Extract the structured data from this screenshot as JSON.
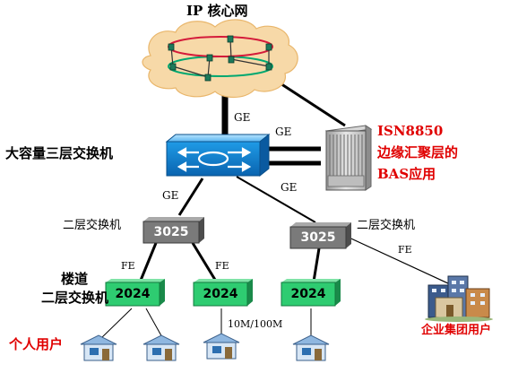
{
  "core": {
    "title": "IP 核心网"
  },
  "switches": {
    "core_l3": {
      "label": "大容量三层交换机"
    },
    "bas": {
      "name": "ISN8850",
      "line1": "边缘汇聚层的",
      "line2": "BAS应用"
    },
    "agg_left": {
      "model": "3025",
      "label": "二层交换机"
    },
    "agg_right": {
      "model": "3025",
      "label": "二层交换机"
    },
    "access": {
      "model": "2024",
      "label_line1": "楼道",
      "label_line2": "二层交换机"
    }
  },
  "links": {
    "core_uplink": "GE",
    "bas_link": "GE",
    "agg_left_link": "GE",
    "agg_right_link": "GE",
    "fe_left_a": "FE",
    "fe_left_b": "FE",
    "fe_enterprise": "FE",
    "user_link_speed": "10M/100M"
  },
  "users": {
    "personal": "个人用户",
    "enterprise": "企业集团用户"
  },
  "colors": {
    "cloud": "#f7d9a8",
    "l3_switch": "#1a8fd8",
    "agg_switch": "#7f7f7f",
    "access_switch": "#2ecc71",
    "red_text": "#e00000"
  }
}
